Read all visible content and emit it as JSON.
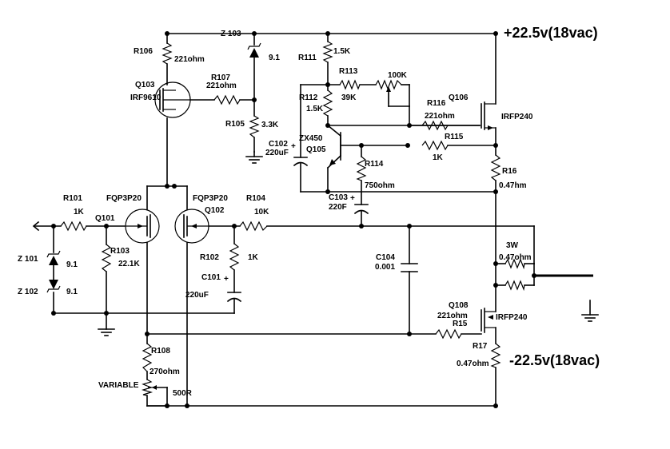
{
  "rails": {
    "positive": "+22.5v(18vac)",
    "negative": "-22.5v(18vac)"
  },
  "transistors": {
    "q101": {
      "ref": "Q101",
      "part": "FQP3P20"
    },
    "q102": {
      "ref": "Q102",
      "part": "FQP3P20"
    },
    "q103": {
      "ref": "Q103",
      "part": "IRF9610"
    },
    "q105": {
      "ref": "Q105",
      "part": "ZX450"
    },
    "q106": {
      "ref": "Q106",
      "part": "IRFP240"
    },
    "q108": {
      "ref": "Q108",
      "part": "IRFP240"
    }
  },
  "resistors": {
    "r101": {
      "ref": "R101",
      "value": "1K"
    },
    "r102": {
      "ref": "R102",
      "value": "1K"
    },
    "r103": {
      "ref": "R103",
      "value": "22.1K"
    },
    "r104": {
      "ref": "R104",
      "value": "10K"
    },
    "r105": {
      "ref": "R105",
      "value": "3.3K"
    },
    "r106": {
      "ref": "R106",
      "value": "221ohm"
    },
    "r107": {
      "ref": "R107",
      "value": "221ohm"
    },
    "r108": {
      "ref": "R108",
      "value": "270ohm"
    },
    "variable": {
      "ref": "VARIABLE",
      "value": "500R"
    },
    "r111": {
      "ref": "R111",
      "value": "1.5K"
    },
    "r112": {
      "ref": "R112",
      "value": "1.5K"
    },
    "r113": {
      "ref": "R113",
      "value": "39K"
    },
    "pot100k": {
      "value": "100K"
    },
    "r114": {
      "ref": "R114",
      "value": "750ohm"
    },
    "r115": {
      "ref": "R115",
      "value": "1K"
    },
    "r116": {
      "ref": "R116",
      "value": "221ohm"
    },
    "r15": {
      "ref": "R15",
      "value": "221ohm"
    },
    "r16": {
      "ref": "R16",
      "value": "0.47hm"
    },
    "r17": {
      "ref": "R17",
      "value": "0.47ohm"
    },
    "out_pair": {
      "power": "3W",
      "value": "0.47ohm"
    }
  },
  "capacitors": {
    "c101": {
      "ref": "C101",
      "value": "220uF"
    },
    "c102": {
      "ref": "C102",
      "value": "220uF"
    },
    "c103": {
      "ref": "C103",
      "value": "220F"
    },
    "c104": {
      "ref": "C104",
      "value": "0.001"
    }
  },
  "zeners": {
    "z101": {
      "ref": "Z 101",
      "value": "9.1"
    },
    "z102": {
      "ref": "Z 102",
      "value": "9.1"
    },
    "z103": {
      "ref": "Z 103",
      "value": "9.1"
    }
  },
  "symbols": {
    "polarity_plus": "+",
    "input_arrow": "arrow-left-icon",
    "ground": "ground-icon"
  }
}
